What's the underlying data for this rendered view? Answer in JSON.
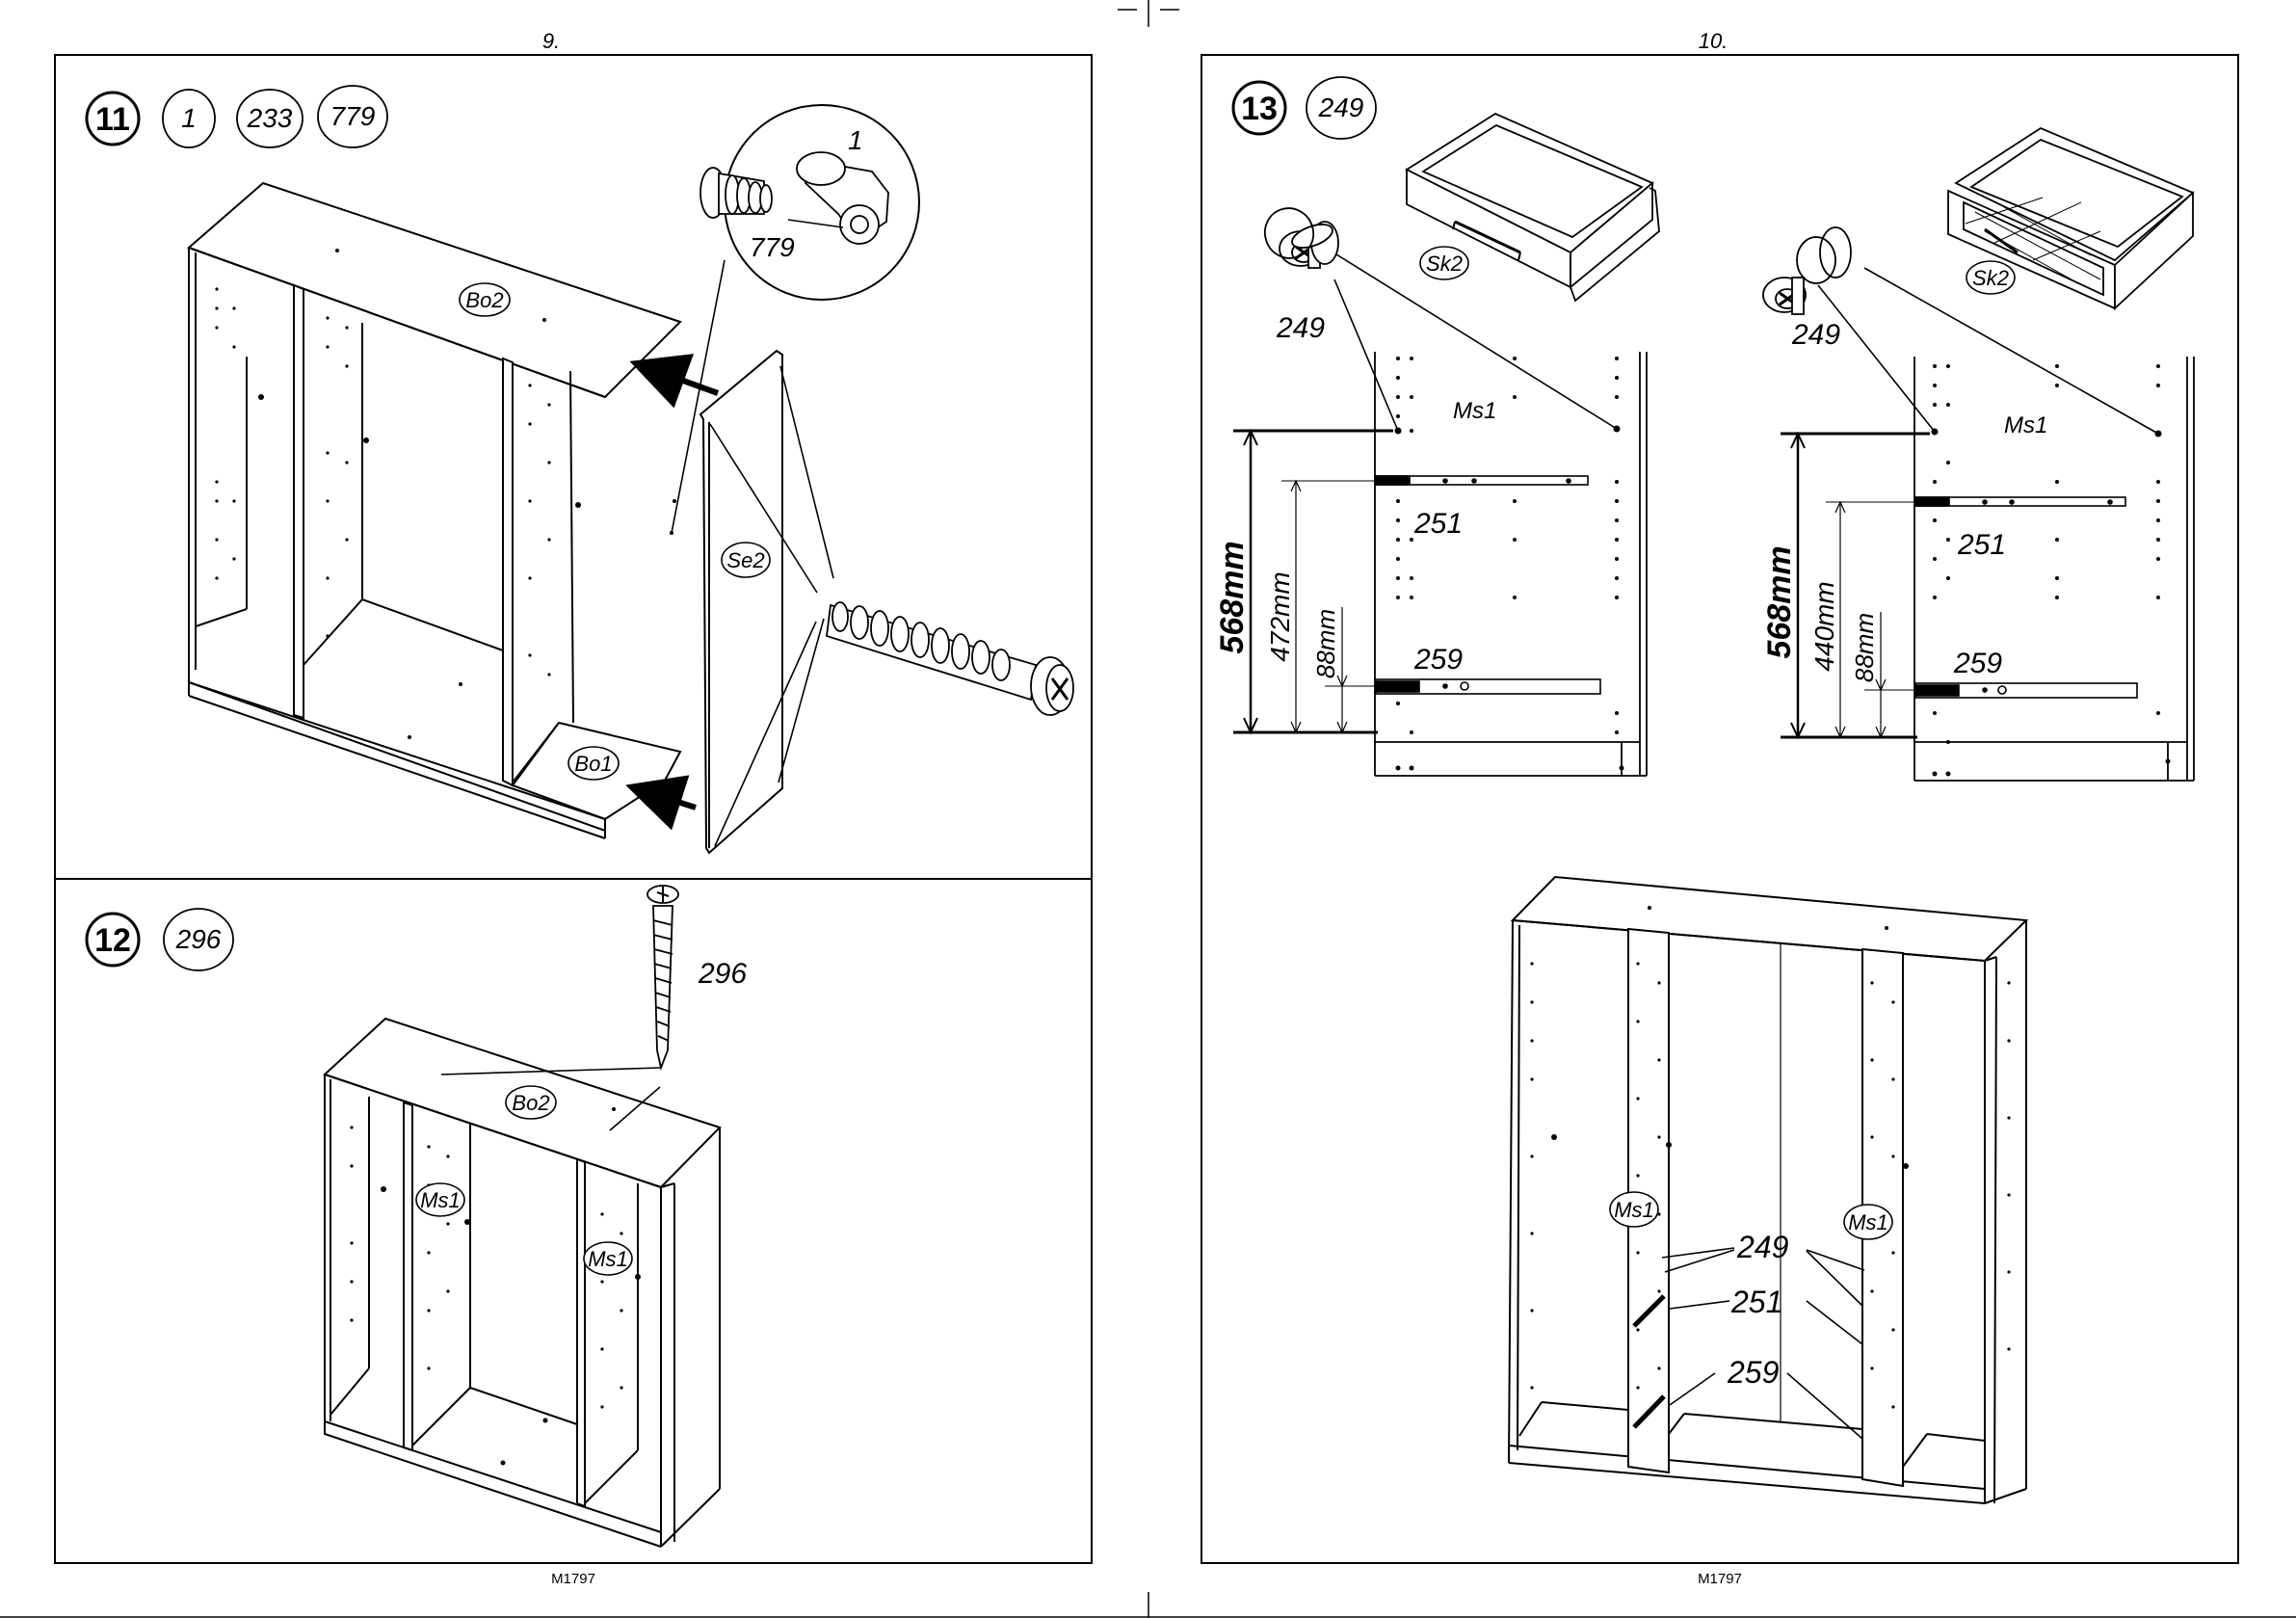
{
  "page_left": {
    "page_number": "9.",
    "footer_code": "M1797",
    "step11": {
      "number": "11",
      "parts": [
        "1",
        "233",
        "779"
      ],
      "detail_labels": {
        "cam": "1",
        "dowel": "779"
      },
      "panel_labels": {
        "top": "Bo2",
        "bottom": "Bo1",
        "side": "Se2"
      }
    },
    "step12": {
      "number": "12",
      "parts": [
        "296"
      ],
      "screw_label": "296",
      "panel_labels": {
        "top": "Bo2",
        "shelf_left": "Ms1",
        "shelf_right": "Ms1"
      }
    }
  },
  "page_right": {
    "page_number": "10.",
    "footer_code": "M1797",
    "step13": {
      "number": "13",
      "parts": [
        "249"
      ],
      "left_diagram": {
        "drawer_label": "Sk2",
        "pin_label": "249",
        "panel_label": "Ms1",
        "rail_top": "251",
        "rail_bottom": "259",
        "dim_outer": "568mm",
        "dim_middle": "472mm",
        "dim_inner": "88mm"
      },
      "right_diagram": {
        "drawer_label": "Sk2",
        "pin_label": "249",
        "panel_label": "Ms1",
        "rail_top": "251",
        "rail_bottom": "259",
        "dim_outer": "568mm",
        "dim_middle": "440mm",
        "dim_inner": "88mm"
      },
      "cabinet_labels": {
        "shelf_left": "Ms1",
        "shelf_right": "Ms1",
        "pins": "249",
        "rail_top": "251",
        "rail_bottom": "259"
      }
    }
  }
}
